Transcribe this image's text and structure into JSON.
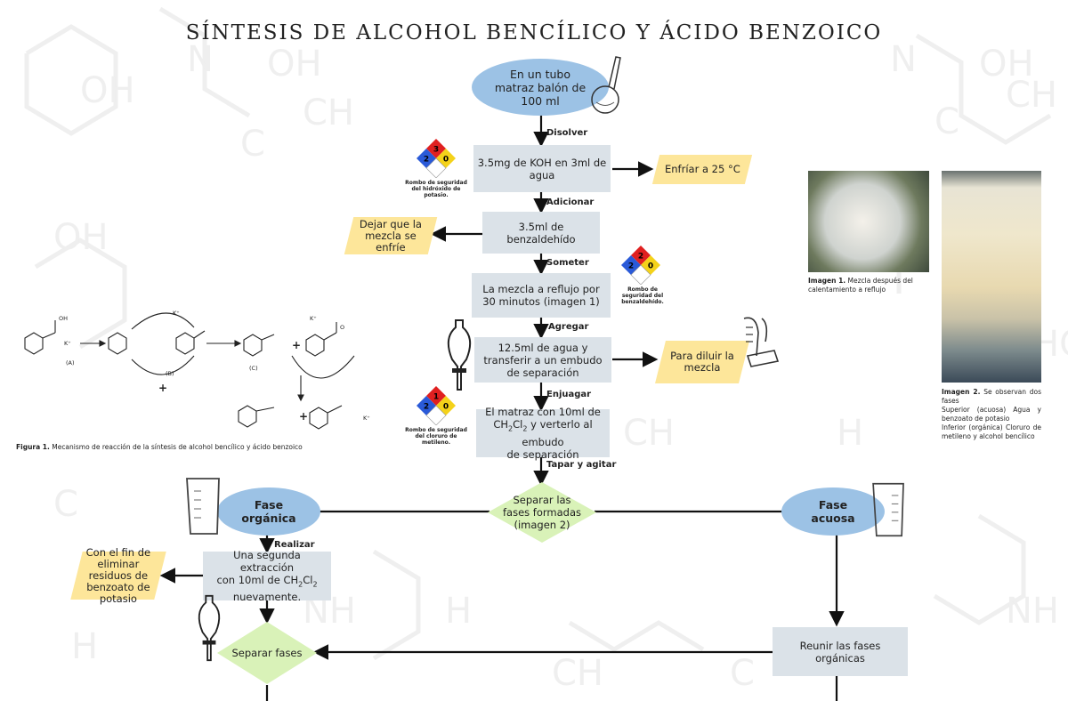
{
  "title": "SÍNTESIS DE ALCOHOL BENCÍLICO Y ÁCIDO BENZOICO",
  "nodes": {
    "start": "En un tubo matraz balón de 100 ml",
    "step1": "3.5mg de KOH en 3ml de agua",
    "cool": "Enfríar a 25 °C",
    "step2": "3.5ml de benzaldehído",
    "let_cool": "Dejar que la mezcla se enfríe",
    "step3": "La mezcla a reflujo por 30 minutos (imagen 1)",
    "step4": "12.5ml de agua y transferir a un embudo de separación",
    "dilute": "Para diluir la mezcla",
    "step5_line1": "El matraz con 10ml de",
    "step5_line2a": "CH",
    "step5_sub1": "2",
    "step5_line2b": "Cl",
    "step5_sub2": "2",
    "step5_line2c": " y verterlo al embudo",
    "step5_line3": "de separación",
    "separate": "Separar las fases formadas (imagen 2)",
    "organic": "Fase orgánica",
    "aqueous": "Fase acuosa",
    "extract_line1": "Una segunda extracción",
    "extract_line2a": "con 10ml de CH",
    "extract_sub1": "2",
    "extract_line2b": "Cl",
    "extract_sub2": "2",
    "extract_line3": "nuevamente.",
    "purpose": "Con el fin de eliminar residuos de benzoato de potasio",
    "sep_phases": "Separar fases",
    "reunite": "Reunir las fases orgánicas"
  },
  "arrow_labels": {
    "dissolve": "Disolver",
    "add": "Adicionar",
    "submit": "Someter",
    "add2": "Agregar",
    "rinse": "Enjuagar",
    "cap_shake": "Tapar y agitar",
    "perform": "Realizar"
  },
  "nfpa_diamonds": [
    {
      "caption": "Rombo de seguridad del hidróxido de potasio.",
      "top": "3",
      "left": "2",
      "right": "0",
      "bottom": ""
    },
    {
      "caption": "Rombo de seguridad del benzaldehído.",
      "top": "2",
      "left": "2",
      "right": "0",
      "bottom": ""
    },
    {
      "caption": "Rombo de seguridad del cloruro de metileno.",
      "top": "1",
      "left": "2",
      "right": "0",
      "bottom": ""
    }
  ],
  "captions": {
    "figure1_bold": "Figura 1.",
    "figure1_text": " Mecanismo de reacción de la síntesis de alcohol bencílico y ácido benzoico",
    "image1_bold": "Imagen 1.",
    "image1_text": " Mezcla después del calentamiento a reflujo",
    "image2_bold": "Imagen 2.",
    "image2_text": " Se observan dos fases",
    "image2_l1": "Superior (acuosa) Agua y benzoato de potasio",
    "image2_l2": "Inferior (orgánica) Cloruro de metileno y alcohol bencílico"
  },
  "mechanism_labels": {
    "a": "(A)",
    "b": "(B)",
    "c": "(C)",
    "k": "K⁺",
    "k2": "K⁺",
    "k3": "K⁺",
    "oh": "OH",
    "o": "O"
  },
  "colors": {
    "ellipse": "#9cc2e5",
    "box": "#dbe2e8",
    "parallelogram": "#fde69a",
    "diamond": "#d9f2b8",
    "nfpa_red": "#e02020",
    "nfpa_blue": "#2a5ad8",
    "nfpa_yellow": "#f4d21a"
  }
}
